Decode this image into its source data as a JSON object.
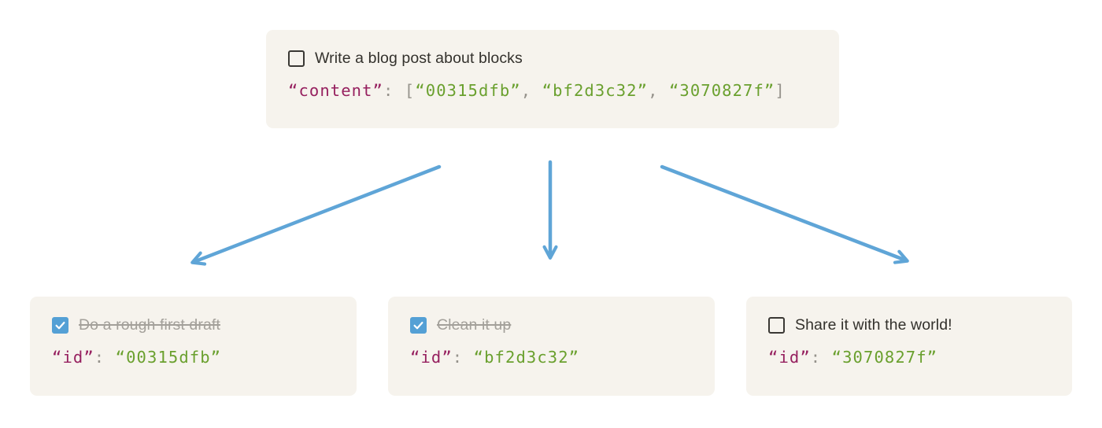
{
  "colors": {
    "box_bg": "#f6f3ed",
    "text": "#33312c",
    "muted": "#a3a09a",
    "code_key": "#96205f",
    "code_punct": "#96938c",
    "code_string": "#6aa02e",
    "checkbox_border": "#3a3834",
    "checkbox_checked": "#54a0d5",
    "arrow": "#5fa5d7"
  },
  "parent_block": {
    "todo": {
      "checked": false,
      "label": "Write a blog post about blocks"
    },
    "code": {
      "key": "“content”",
      "colon": ": ",
      "open_bracket": "[",
      "ids": [
        "“00315dfb”",
        "“bf2d3c32”",
        "“3070827f”"
      ],
      "comma": ", ",
      "close_bracket": "]"
    }
  },
  "child_blocks": [
    {
      "todo": {
        "checked": true,
        "label": "Do a rough first draft"
      },
      "code": {
        "key": "“id”",
        "colon": ": ",
        "value": "“00315dfb”"
      }
    },
    {
      "todo": {
        "checked": true,
        "label": "Clean it up"
      },
      "code": {
        "key": "“id”",
        "colon": ": ",
        "value": "“bf2d3c32”"
      }
    },
    {
      "todo": {
        "checked": false,
        "label": "Share it with the world!"
      },
      "code": {
        "key": "“id”",
        "colon": ": ",
        "value": "“3070827f”"
      }
    }
  ]
}
